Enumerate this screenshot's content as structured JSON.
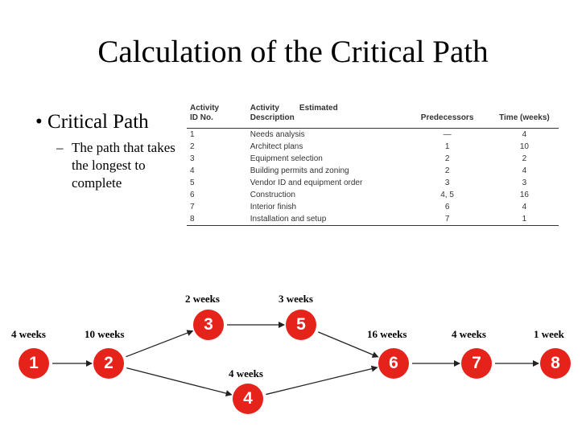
{
  "title": "Calculation of the Critical Path",
  "bullet": "Critical Path",
  "subbullet": "The path that takes the longest to complete",
  "table": {
    "headers": {
      "id": [
        "Activity",
        "ID No."
      ],
      "desc": [
        "Activity",
        "Description"
      ],
      "estimated": "Estimated",
      "pred": "Predecessors",
      "time": "Time (weeks)"
    },
    "rows": [
      {
        "id": "1",
        "desc": "Needs analysis",
        "pred": "—",
        "time": "4"
      },
      {
        "id": "2",
        "desc": "Architect plans",
        "pred": "1",
        "time": "10"
      },
      {
        "id": "3",
        "desc": "Equipment selection",
        "pred": "2",
        "time": "2"
      },
      {
        "id": "4",
        "desc": "Building permits and zoning",
        "pred": "2",
        "time": "4"
      },
      {
        "id": "5",
        "desc": "Vendor ID and equipment order",
        "pred": "3",
        "time": "3"
      },
      {
        "id": "6",
        "desc": "Construction",
        "pred": "4, 5",
        "time": "16"
      },
      {
        "id": "7",
        "desc": "Interior finish",
        "pred": "6",
        "time": "4"
      },
      {
        "id": "8",
        "desc": "Installation and setup",
        "pred": "7",
        "time": "1"
      }
    ]
  },
  "network": {
    "node_color": "#e5231b",
    "nodes": [
      {
        "id": "1",
        "duration": "4 weeks"
      },
      {
        "id": "2",
        "duration": "10 weeks"
      },
      {
        "id": "3",
        "duration": "2 weeks"
      },
      {
        "id": "4",
        "duration": "4 weeks"
      },
      {
        "id": "5",
        "duration": "3 weeks"
      },
      {
        "id": "6",
        "duration": "16 weeks"
      },
      {
        "id": "7",
        "duration": "4 weeks"
      },
      {
        "id": "8",
        "duration": "1 week"
      }
    ],
    "edges": [
      [
        "1",
        "2"
      ],
      [
        "2",
        "3"
      ],
      [
        "2",
        "4"
      ],
      [
        "3",
        "5"
      ],
      [
        "5",
        "6"
      ],
      [
        "4",
        "6"
      ],
      [
        "6",
        "7"
      ],
      [
        "7",
        "8"
      ]
    ]
  }
}
